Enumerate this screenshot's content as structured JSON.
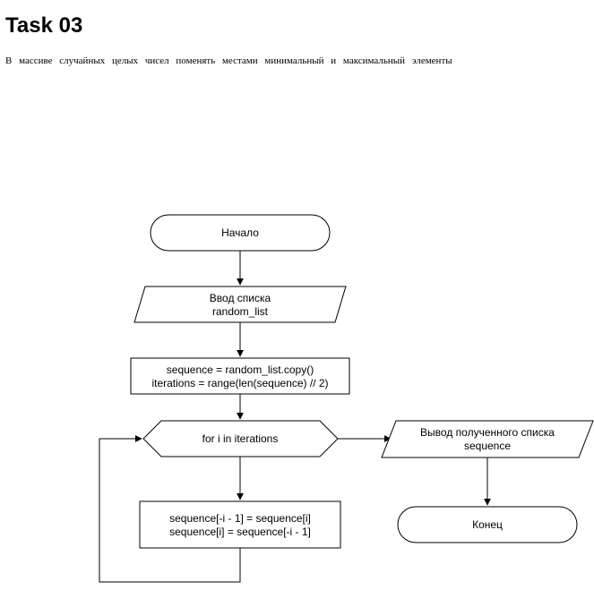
{
  "page": {
    "title": "Task 03",
    "description": "В массиве случайных целых чисел поменять местами минимальный и максимальный элементы"
  },
  "flowchart": {
    "start": {
      "label": "Начало"
    },
    "input": {
      "lines": [
        "Ввод списка",
        "random_list"
      ]
    },
    "init": {
      "lines": [
        "sequence = random_list.copy()",
        "iterations = range(len(sequence) // 2)"
      ]
    },
    "loop": {
      "label": "for i in iterations"
    },
    "swap": {
      "lines": [
        "sequence[-i - 1] = sequence[i]",
        "sequence[i] = sequence[-i - 1]"
      ]
    },
    "output": {
      "lines": [
        "Вывод полученного списка",
        "sequence"
      ]
    },
    "end": {
      "label": "Конец"
    }
  },
  "colors": {
    "stroke": "#000000",
    "fill": "#ffffff",
    "text": "#000000"
  }
}
